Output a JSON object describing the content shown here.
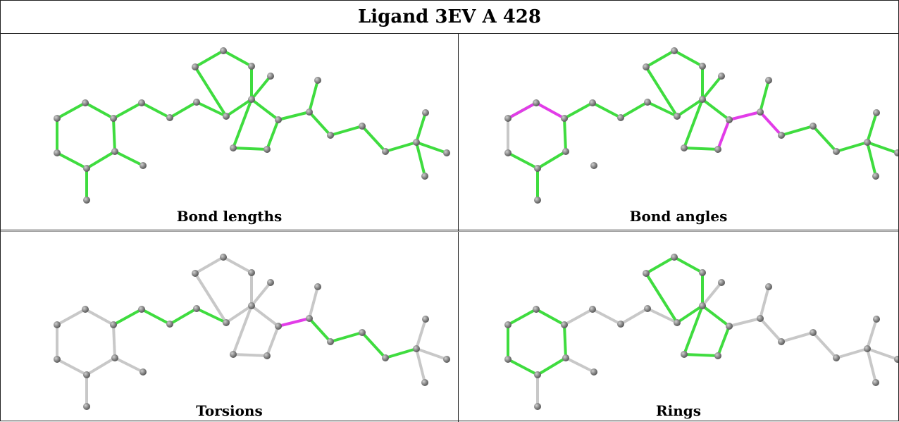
{
  "title": "Ligand 3EV A 428",
  "colors": {
    "ok_bond": "#3fdc3f",
    "outlier_bond": "#e23ce8",
    "unassessed_bond": "#c8c8c8",
    "atom": "#858585"
  },
  "panels": [
    {
      "caption": "Bond lengths",
      "green": [
        [
          0,
          1
        ],
        [
          1,
          2
        ],
        [
          2,
          3
        ],
        [
          3,
          4
        ],
        [
          4,
          5
        ],
        [
          5,
          0
        ],
        [
          4,
          6
        ],
        [
          5,
          7
        ],
        [
          0,
          8
        ],
        [
          8,
          9
        ],
        [
          9,
          10
        ],
        [
          10,
          11
        ],
        [
          11,
          12
        ],
        [
          12,
          13
        ],
        [
          13,
          14
        ],
        [
          14,
          15
        ],
        [
          15,
          16
        ],
        [
          16,
          11
        ],
        [
          15,
          17
        ],
        [
          15,
          18
        ],
        [
          18,
          19
        ],
        [
          19,
          20
        ],
        [
          20,
          16
        ],
        [
          18,
          21
        ],
        [
          21,
          22
        ],
        [
          21,
          23
        ],
        [
          23,
          24
        ],
        [
          24,
          25
        ],
        [
          25,
          26
        ],
        [
          26,
          27
        ],
        [
          26,
          28
        ],
        [
          26,
          29
        ]
      ],
      "magenta": [],
      "grey": [
        [
          2,
          3
        ]
      ]
    },
    {
      "caption": "Bond angles",
      "green": [
        [
          1,
          2
        ],
        [
          3,
          4
        ],
        [
          4,
          5
        ],
        [
          5,
          0
        ],
        [
          4,
          6
        ],
        [
          0,
          8
        ],
        [
          8,
          9
        ],
        [
          9,
          10
        ],
        [
          10,
          11
        ],
        [
          11,
          12
        ],
        [
          12,
          13
        ],
        [
          13,
          14
        ],
        [
          14,
          15
        ],
        [
          15,
          16
        ],
        [
          16,
          11
        ],
        [
          15,
          17
        ],
        [
          15,
          18
        ],
        [
          19,
          20
        ],
        [
          20,
          16
        ],
        [
          21,
          22
        ],
        [
          23,
          24
        ],
        [
          24,
          25
        ],
        [
          25,
          26
        ],
        [
          26,
          27
        ],
        [
          26,
          28
        ],
        [
          26,
          29
        ]
      ],
      "magenta": [
        [
          0,
          1
        ],
        [
          1,
          2
        ],
        [
          18,
          21
        ],
        [
          21,
          23
        ],
        [
          18,
          19
        ]
      ],
      "grey": [
        [
          2,
          3
        ]
      ]
    },
    {
      "caption": "Torsions",
      "green": [
        [
          0,
          8
        ],
        [
          8,
          9
        ],
        [
          9,
          10
        ],
        [
          10,
          11
        ],
        [
          21,
          23
        ],
        [
          23,
          24
        ],
        [
          24,
          25
        ],
        [
          25,
          26
        ]
      ],
      "magenta": [
        [
          18,
          21
        ]
      ],
      "grey": [
        [
          0,
          1
        ],
        [
          1,
          2
        ],
        [
          2,
          3
        ],
        [
          3,
          4
        ],
        [
          4,
          5
        ],
        [
          5,
          0
        ],
        [
          4,
          6
        ],
        [
          5,
          7
        ],
        [
          11,
          12
        ],
        [
          12,
          13
        ],
        [
          13,
          14
        ],
        [
          14,
          15
        ],
        [
          15,
          16
        ],
        [
          16,
          11
        ],
        [
          15,
          17
        ],
        [
          15,
          18
        ],
        [
          18,
          19
        ],
        [
          19,
          20
        ],
        [
          20,
          16
        ],
        [
          21,
          22
        ],
        [
          26,
          27
        ],
        [
          26,
          28
        ],
        [
          26,
          29
        ]
      ]
    },
    {
      "caption": "Rings",
      "green": [
        [
          0,
          1
        ],
        [
          1,
          2
        ],
        [
          2,
          3
        ],
        [
          3,
          4
        ],
        [
          4,
          5
        ],
        [
          5,
          0
        ],
        [
          11,
          12
        ],
        [
          12,
          13
        ],
        [
          13,
          14
        ],
        [
          14,
          15
        ],
        [
          15,
          16
        ],
        [
          16,
          11
        ],
        [
          15,
          18
        ],
        [
          18,
          19
        ],
        [
          19,
          20
        ],
        [
          20,
          16
        ]
      ],
      "magenta": [],
      "grey": [
        [
          4,
          6
        ],
        [
          5,
          7
        ],
        [
          0,
          8
        ],
        [
          8,
          9
        ],
        [
          9,
          10
        ],
        [
          10,
          11
        ],
        [
          15,
          17
        ],
        [
          18,
          21
        ],
        [
          21,
          22
        ],
        [
          21,
          23
        ],
        [
          23,
          24
        ],
        [
          24,
          25
        ],
        [
          25,
          26
        ],
        [
          26,
          27
        ],
        [
          26,
          28
        ],
        [
          26,
          29
        ]
      ]
    }
  ]
}
